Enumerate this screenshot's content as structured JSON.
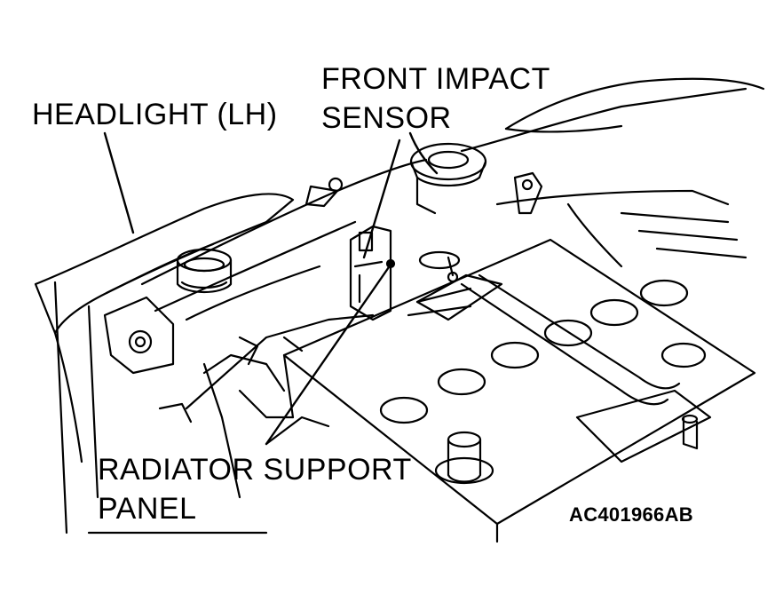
{
  "labels": {
    "headlight": "HEADLIGHT (LH)",
    "front_impact_line1": "FRONT IMPACT",
    "front_impact_line2": "SENSOR",
    "radiator_line1": "RADIATOR SUPPORT",
    "radiator_line2": "PANEL"
  },
  "figure_code": "AC401966AB",
  "colors": {
    "ink": "#000000",
    "paper": "#ffffff"
  }
}
